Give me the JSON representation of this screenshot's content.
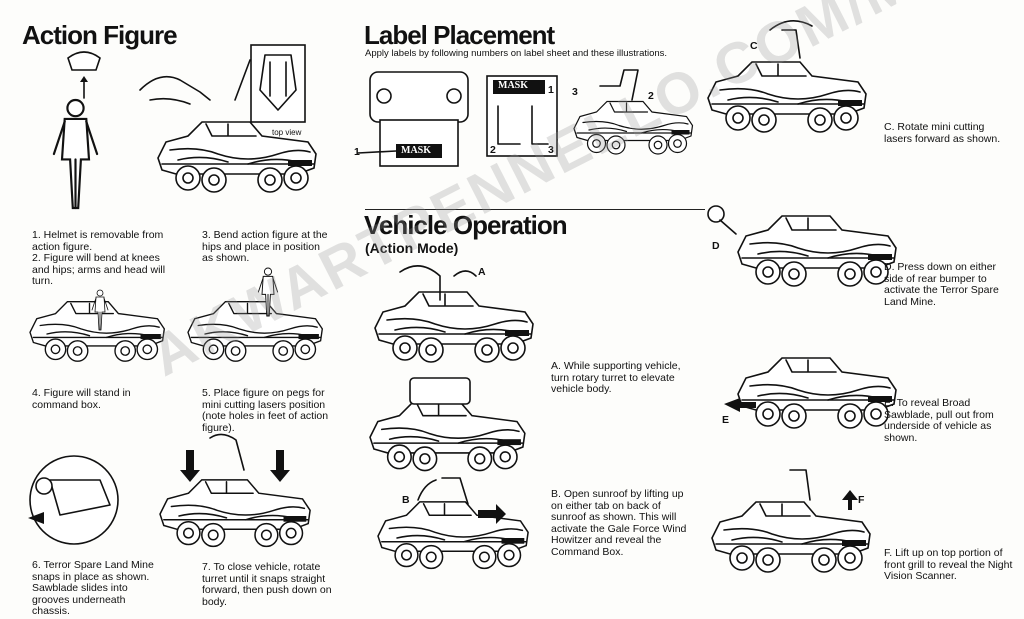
{
  "sections": {
    "action_figure": "Action Figure",
    "label_placement": "Label Placement",
    "label_intro": "Apply labels by following numbers on label sheet and these illustrations.",
    "vehicle_operation": "Vehicle Operation",
    "action_mode": "(Action Mode)"
  },
  "figure_steps": [
    "1. Helmet is removable from action figure.",
    "2. Figure will bend at knees and hips; arms and head will turn.",
    "3. Bend action figure at the hips and place in position as shown.",
    "4. Figure will stand in command box.",
    "5. Place figure on pegs for mini cutting lasers position (note holes in feet of action figure).",
    "6. Terror Spare Land Mine snaps in place as shown. Sawblade slides into grooves underneath chassis.",
    "7. To close vehicle, rotate turret until it snaps straight forward, then push down on body."
  ],
  "top_view": "top view",
  "label_sheet": {
    "logo": "MASK",
    "numbers": [
      "1",
      "2",
      "3"
    ]
  },
  "operation_steps": [
    "A. While supporting vehicle, turn rotary turret to elevate vehicle body.",
    "B. Open sunroof by lifting up on either tab on back of sunroof as shown. This will activate the Gale Force Wind Howitzer and reveal the Command Box.",
    "C. Rotate mini cutting lasers forward as shown.",
    "D. Press down on either side of rear bumper to activate the Terror Spare Land Mine.",
    "E. To reveal Broad Sawblade, pull out from underside of vehicle as shown.",
    "F. Lift up on top portion of front grill to reveal the Night Vision Scanner."
  ],
  "callouts": [
    "A",
    "B",
    "C",
    "D",
    "E",
    "F"
  ],
  "watermark": "AKWARTPENNELLO.COM/MASK"
}
